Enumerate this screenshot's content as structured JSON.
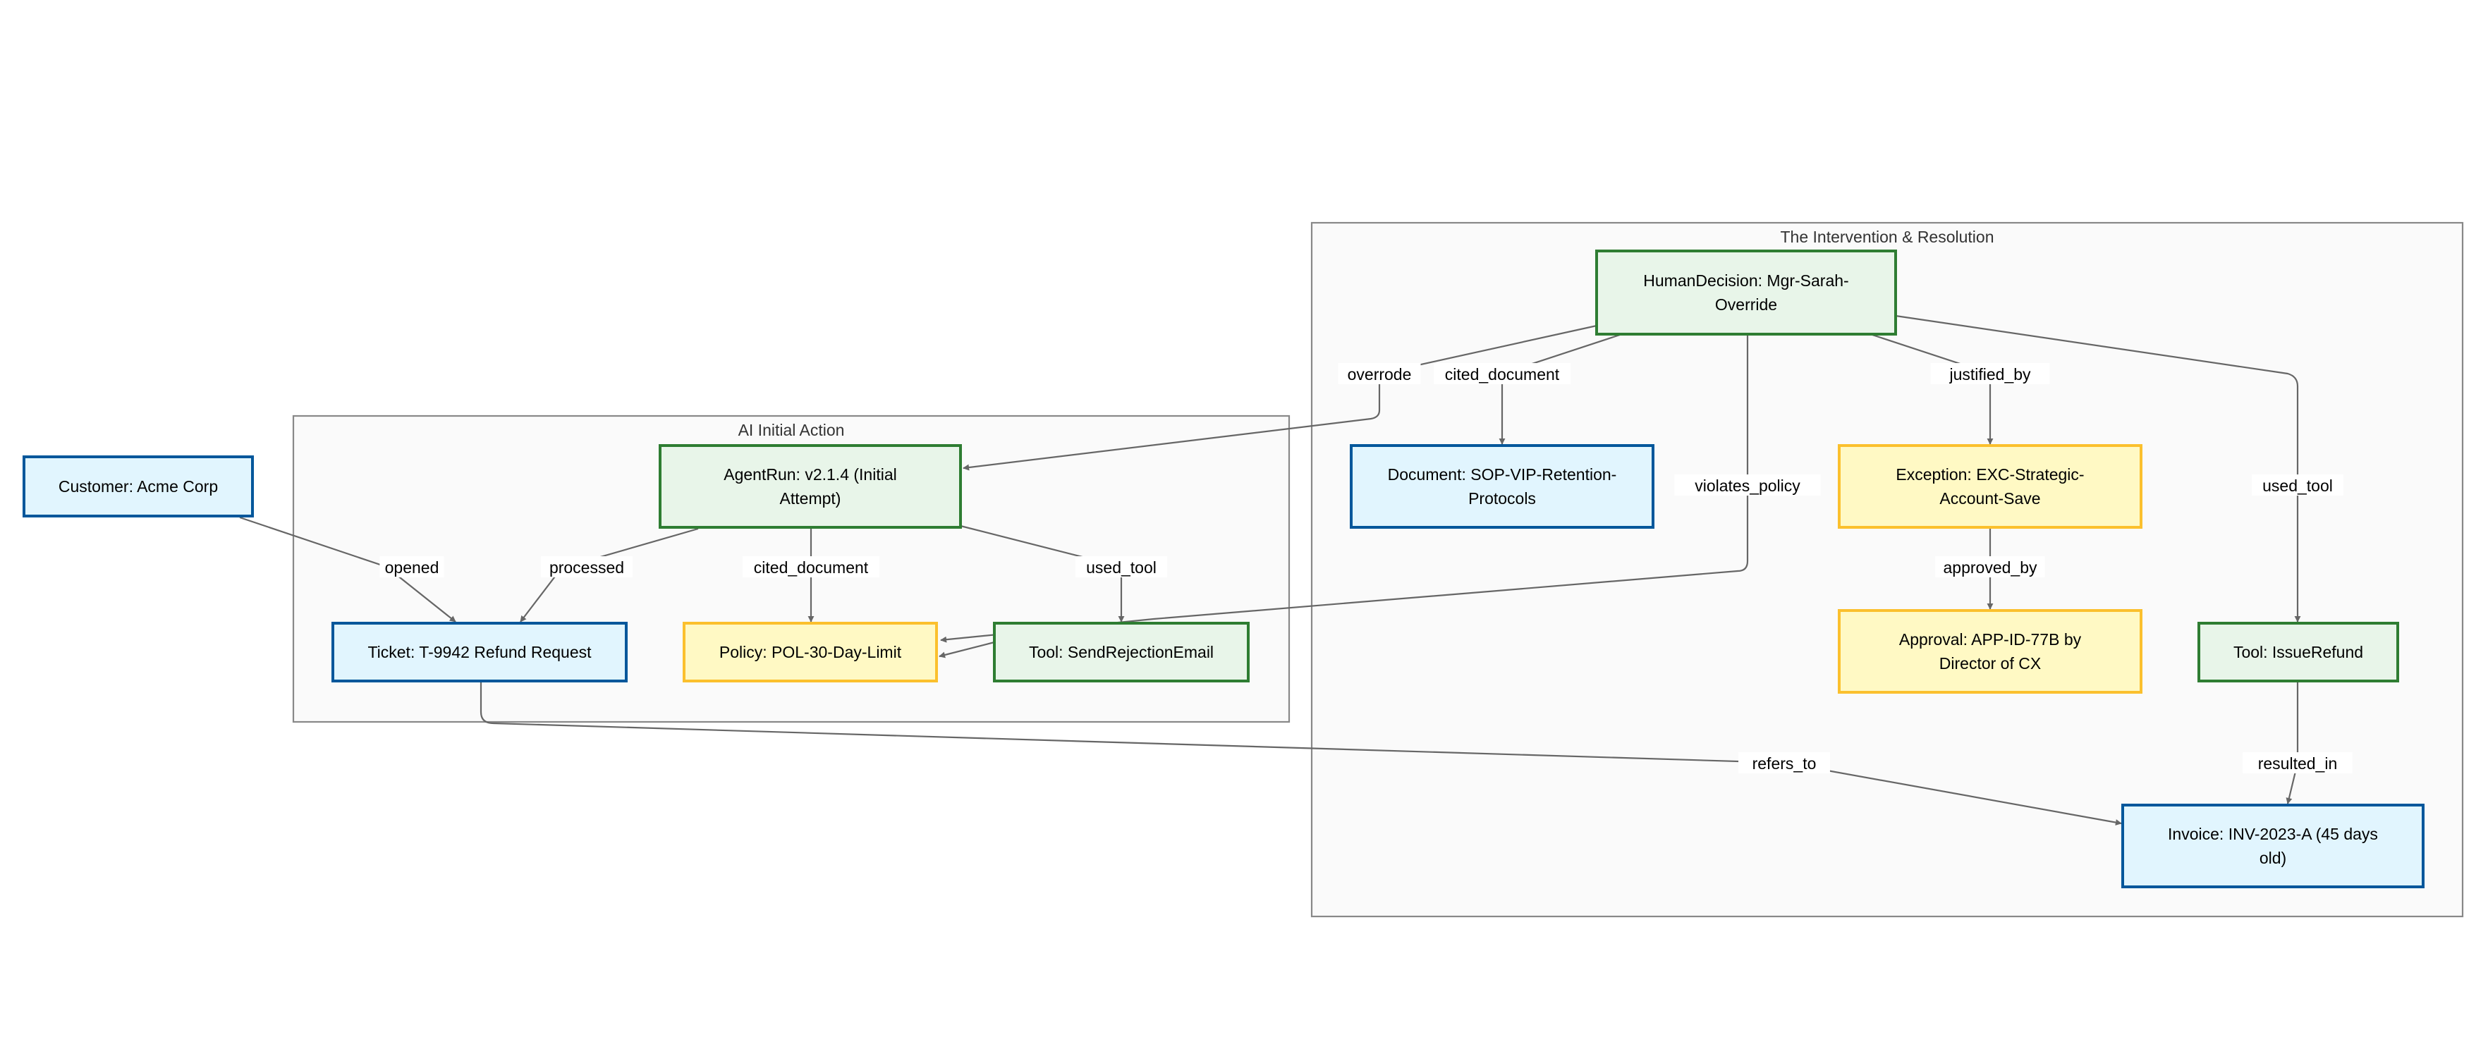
{
  "colors": {
    "blue_fill": "#e1f5fe",
    "blue_stroke": "#01579b",
    "green_fill": "#e8f5e9",
    "green_stroke": "#2e7d32",
    "yellow_fill": "#fff9c4",
    "yellow_stroke": "#fbc02d",
    "edge": "#666666",
    "cluster_fill": "#fafafa",
    "cluster_stroke": "#888888"
  },
  "clusters": [
    {
      "id": "ai",
      "label": "AI Initial Action"
    },
    {
      "id": "resolution",
      "label": "The Intervention & Resolution"
    }
  ],
  "nodes": [
    {
      "id": "customer",
      "kind": "blue",
      "lines": [
        "Customer: Acme Corp"
      ]
    },
    {
      "id": "ticket",
      "kind": "blue",
      "lines": [
        "Ticket: T-9942 Refund Request"
      ]
    },
    {
      "id": "agentrun",
      "kind": "green",
      "lines": [
        "AgentRun: v2.1.4 (Initial",
        "Attempt)"
      ]
    },
    {
      "id": "policy",
      "kind": "yellow",
      "lines": [
        "Policy: POL-30-Day-Limit"
      ]
    },
    {
      "id": "toolreject",
      "kind": "green",
      "lines": [
        "Tool: SendRejectionEmail"
      ]
    },
    {
      "id": "human",
      "kind": "green",
      "lines": [
        "HumanDecision: Mgr-Sarah-",
        "Override"
      ]
    },
    {
      "id": "document",
      "kind": "blue",
      "lines": [
        "Document: SOP-VIP-Retention-",
        "Protocols"
      ]
    },
    {
      "id": "exception",
      "kind": "yellow",
      "lines": [
        "Exception: EXC-Strategic-",
        "Account-Save"
      ]
    },
    {
      "id": "approval",
      "kind": "yellow",
      "lines": [
        "Approval: APP-ID-77B by",
        "Director of CX"
      ]
    },
    {
      "id": "toolrefund",
      "kind": "green",
      "lines": [
        "Tool: IssueRefund"
      ]
    },
    {
      "id": "invoice",
      "kind": "blue",
      "lines": [
        "Invoice: INV-2023-A (45 days",
        "old)"
      ]
    }
  ],
  "edges": [
    {
      "id": "e1",
      "from": "customer",
      "to": "ticket",
      "label": "opened"
    },
    {
      "id": "e2",
      "from": "agentrun",
      "to": "ticket",
      "label": "processed"
    },
    {
      "id": "e3",
      "from": "agentrun",
      "to": "policy",
      "label": "cited_document"
    },
    {
      "id": "e4",
      "from": "agentrun",
      "to": "toolreject",
      "label": "used_tool"
    },
    {
      "id": "e5",
      "from": "human",
      "to": "agentrun",
      "label": "overrode"
    },
    {
      "id": "e6",
      "from": "human",
      "to": "document",
      "label": "cited_document"
    },
    {
      "id": "e7",
      "from": "human",
      "to": "toolreject",
      "label": "violates_policy"
    },
    {
      "id": "e8",
      "from": "human",
      "to": "exception",
      "label": "justified_by"
    },
    {
      "id": "e9",
      "from": "human",
      "to": "toolrefund",
      "label": "used_tool"
    },
    {
      "id": "e10",
      "from": "exception",
      "to": "approval",
      "label": "approved_by"
    },
    {
      "id": "e11",
      "from": "toolreject",
      "to": "policy",
      "label": ""
    },
    {
      "id": "e12",
      "from": "ticket",
      "to": "invoice",
      "label": "refers_to"
    },
    {
      "id": "e13",
      "from": "toolrefund",
      "to": "invoice",
      "label": "resulted_in"
    }
  ]
}
